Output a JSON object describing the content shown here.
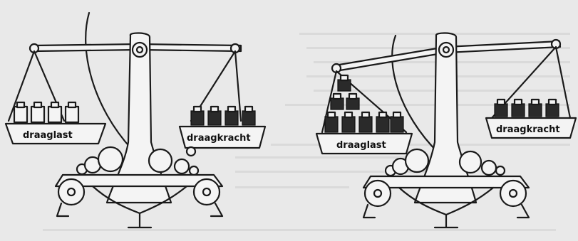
{
  "left_scale": {
    "left_pan_label": "draaglast",
    "right_pan_label": "draagkracht"
  },
  "right_scale": {
    "left_pan_label": "draaglast",
    "right_pan_label": "draagkracht"
  },
  "colors": {
    "background": "#e9e9e9",
    "ink": "#1a1a1a",
    "faded_text": "#b9b9b9"
  }
}
